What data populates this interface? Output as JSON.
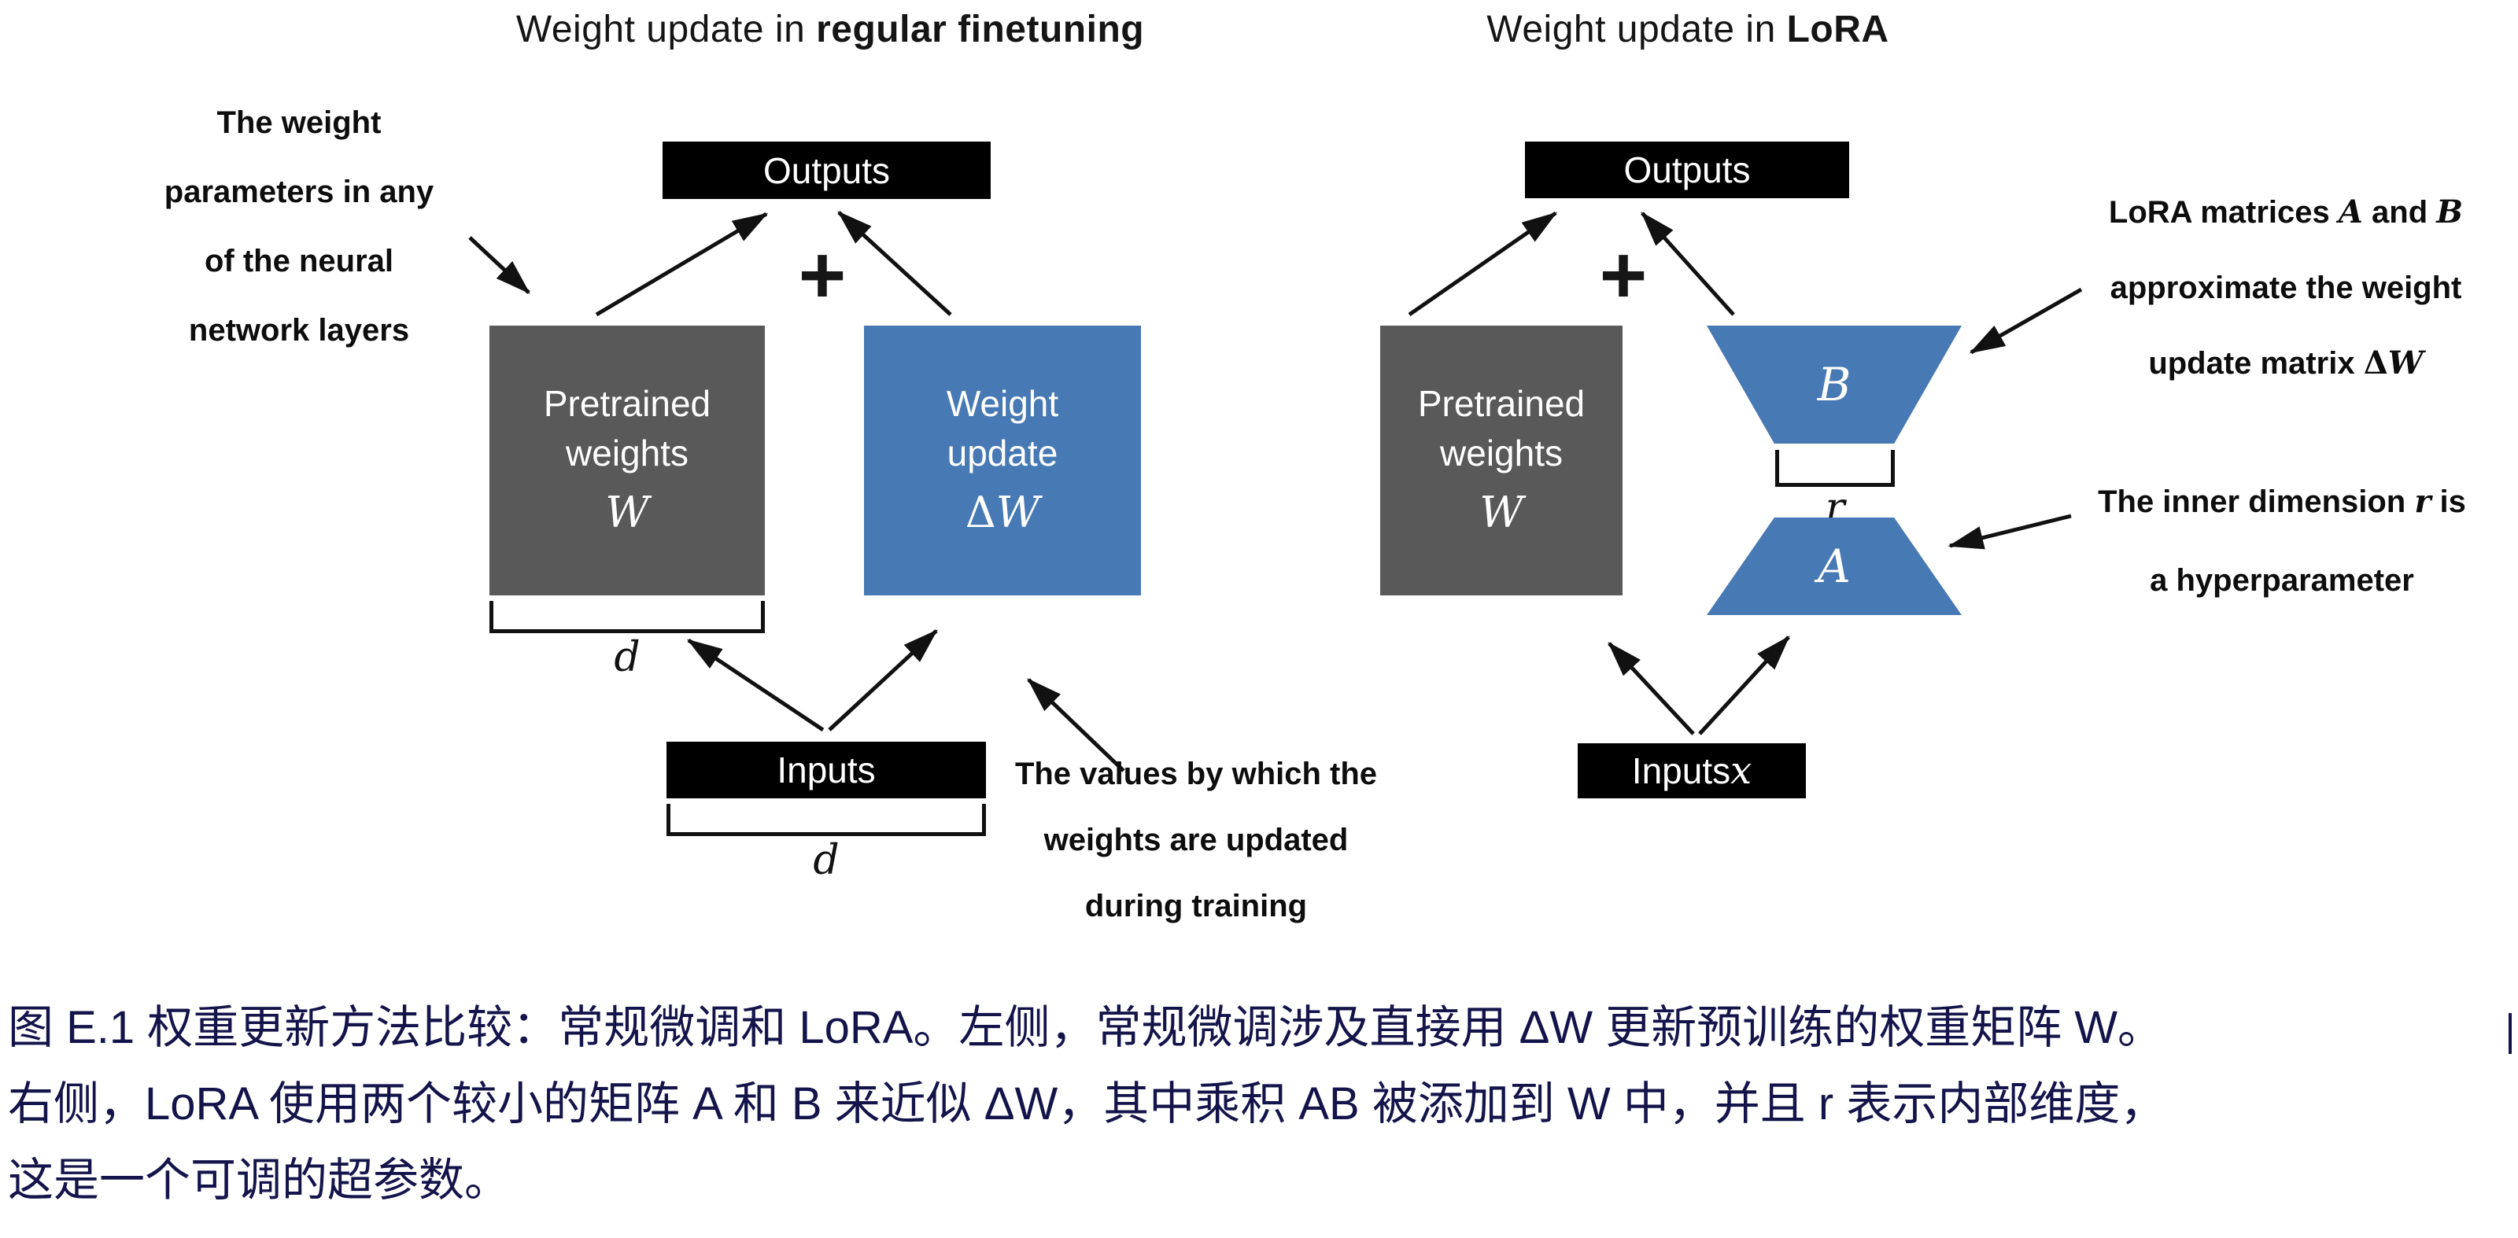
{
  "left": {
    "title_prefix": "Weight update in ",
    "title_bold": "regular finetuning",
    "outputs_label": "Outputs",
    "plus": "+",
    "annotation_params": {
      "lines": [
        "The weight",
        "parameters in any",
        "of the neural",
        "network layers"
      ]
    },
    "pretrained_box": {
      "line1": "Pretrained",
      "line2": "weights",
      "symbol": "W"
    },
    "update_box": {
      "line1": "Weight",
      "line2": "update",
      "symbol_delta": "Δ",
      "symbol_w": "W"
    },
    "dim_label_weights": "d",
    "inputs_label": "Inputs",
    "dim_label_inputs": "d",
    "annotation_values": {
      "lines": [
        "The values by which the",
        "weights are updated",
        "during training"
      ]
    }
  },
  "right": {
    "title_prefix": "Weight update in ",
    "title_bold": "LoRA",
    "outputs_label": "Outputs",
    "plus": "+",
    "pretrained_box": {
      "line1": "Pretrained",
      "line2": "weights",
      "symbol": "W"
    },
    "matrix_b_label": "B",
    "matrix_a_label": "A",
    "rank_label": "r",
    "inputs_label": "Inputs ",
    "inputs_symbol": "x",
    "annotation_ab": {
      "l1a": "LoRA matrices ",
      "l1b": "A",
      "l1c": " and ",
      "l1d": "B",
      "l2": "approximate the weight",
      "l3a": "update matrix ",
      "l3b": "Δ",
      "l3c": "W"
    },
    "annotation_rank": {
      "l1a": "The inner dimension ",
      "l1b": "r",
      "l1c": " is",
      "l2": "a hyperparameter"
    }
  },
  "caption": {
    "lines": [
      "图 E.1 权重更新方法比较：常规微调和 LoRA。左侧，常规微调涉及直接用 ΔW 更新预训练的权重矩阵 W。",
      "右侧，LoRA 使用两个较小的矩阵 A 和 B 来近似 ΔW，其中乘积 AB 被添加到 W 中，并且 r 表示内部维度，",
      "这是一个可调的超参数。"
    ]
  },
  "colors": {
    "pretrained_gray": "#595959",
    "lora_blue": "#4779b4",
    "node_black": "#000000",
    "caption_navy": "#14144b",
    "arrow_black": "#111111"
  }
}
